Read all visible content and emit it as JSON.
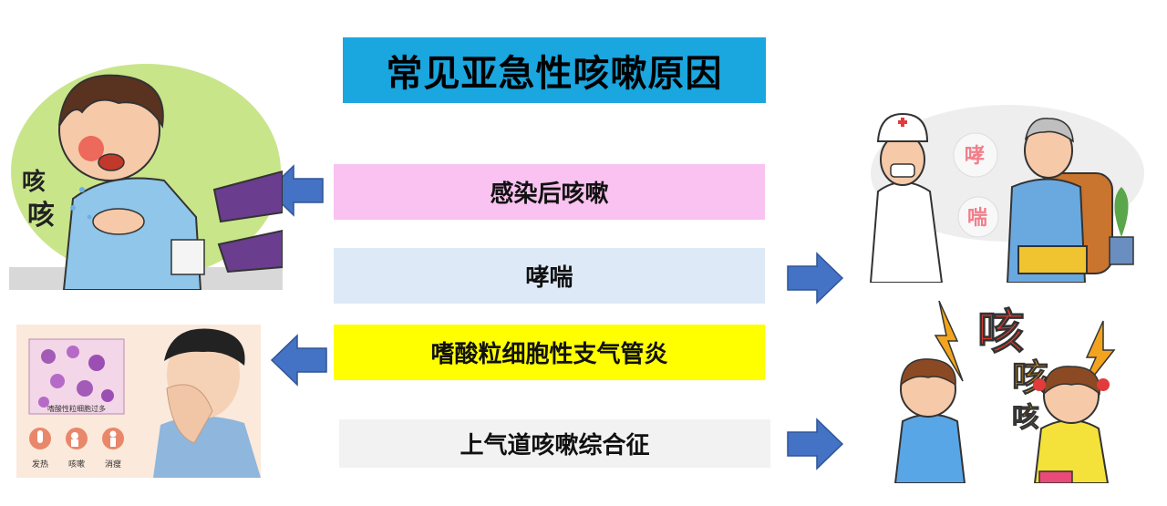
{
  "title": "常见亚急性咳嗽原因",
  "causes": [
    {
      "label": "感染后咳嗽",
      "color": "#f9c2f0"
    },
    {
      "label": "哮喘",
      "color": "#dde9f6"
    },
    {
      "label": "嗜酸粒细胞性支气管炎",
      "color": "#ffff00"
    },
    {
      "label": "上气道咳嗽综合征",
      "color": "#f2f2f2"
    }
  ],
  "arrow_color": "#4472c4",
  "illustrations": {
    "top_left": {
      "icon": "coughing-boy-illustration",
      "text_chars": [
        "咳",
        "咳"
      ]
    },
    "bottom_left": {
      "icon": "coughing-man-illustration",
      "caption": "嗜酸性粒细胞过多",
      "icons": [
        {
          "icon": "fever-icon",
          "label": "发热"
        },
        {
          "icon": "cough-icon",
          "label": "咳嗽"
        },
        {
          "icon": "weight-loss-icon",
          "label": "消瘦"
        }
      ]
    },
    "top_right": {
      "icon": "doctor-elderly-patient-illustration",
      "text_chars": [
        "哮",
        "喘"
      ]
    },
    "bottom_right": {
      "icon": "coughing-children-illustration",
      "text_chars": [
        "咳",
        "咳",
        "咳"
      ]
    }
  }
}
